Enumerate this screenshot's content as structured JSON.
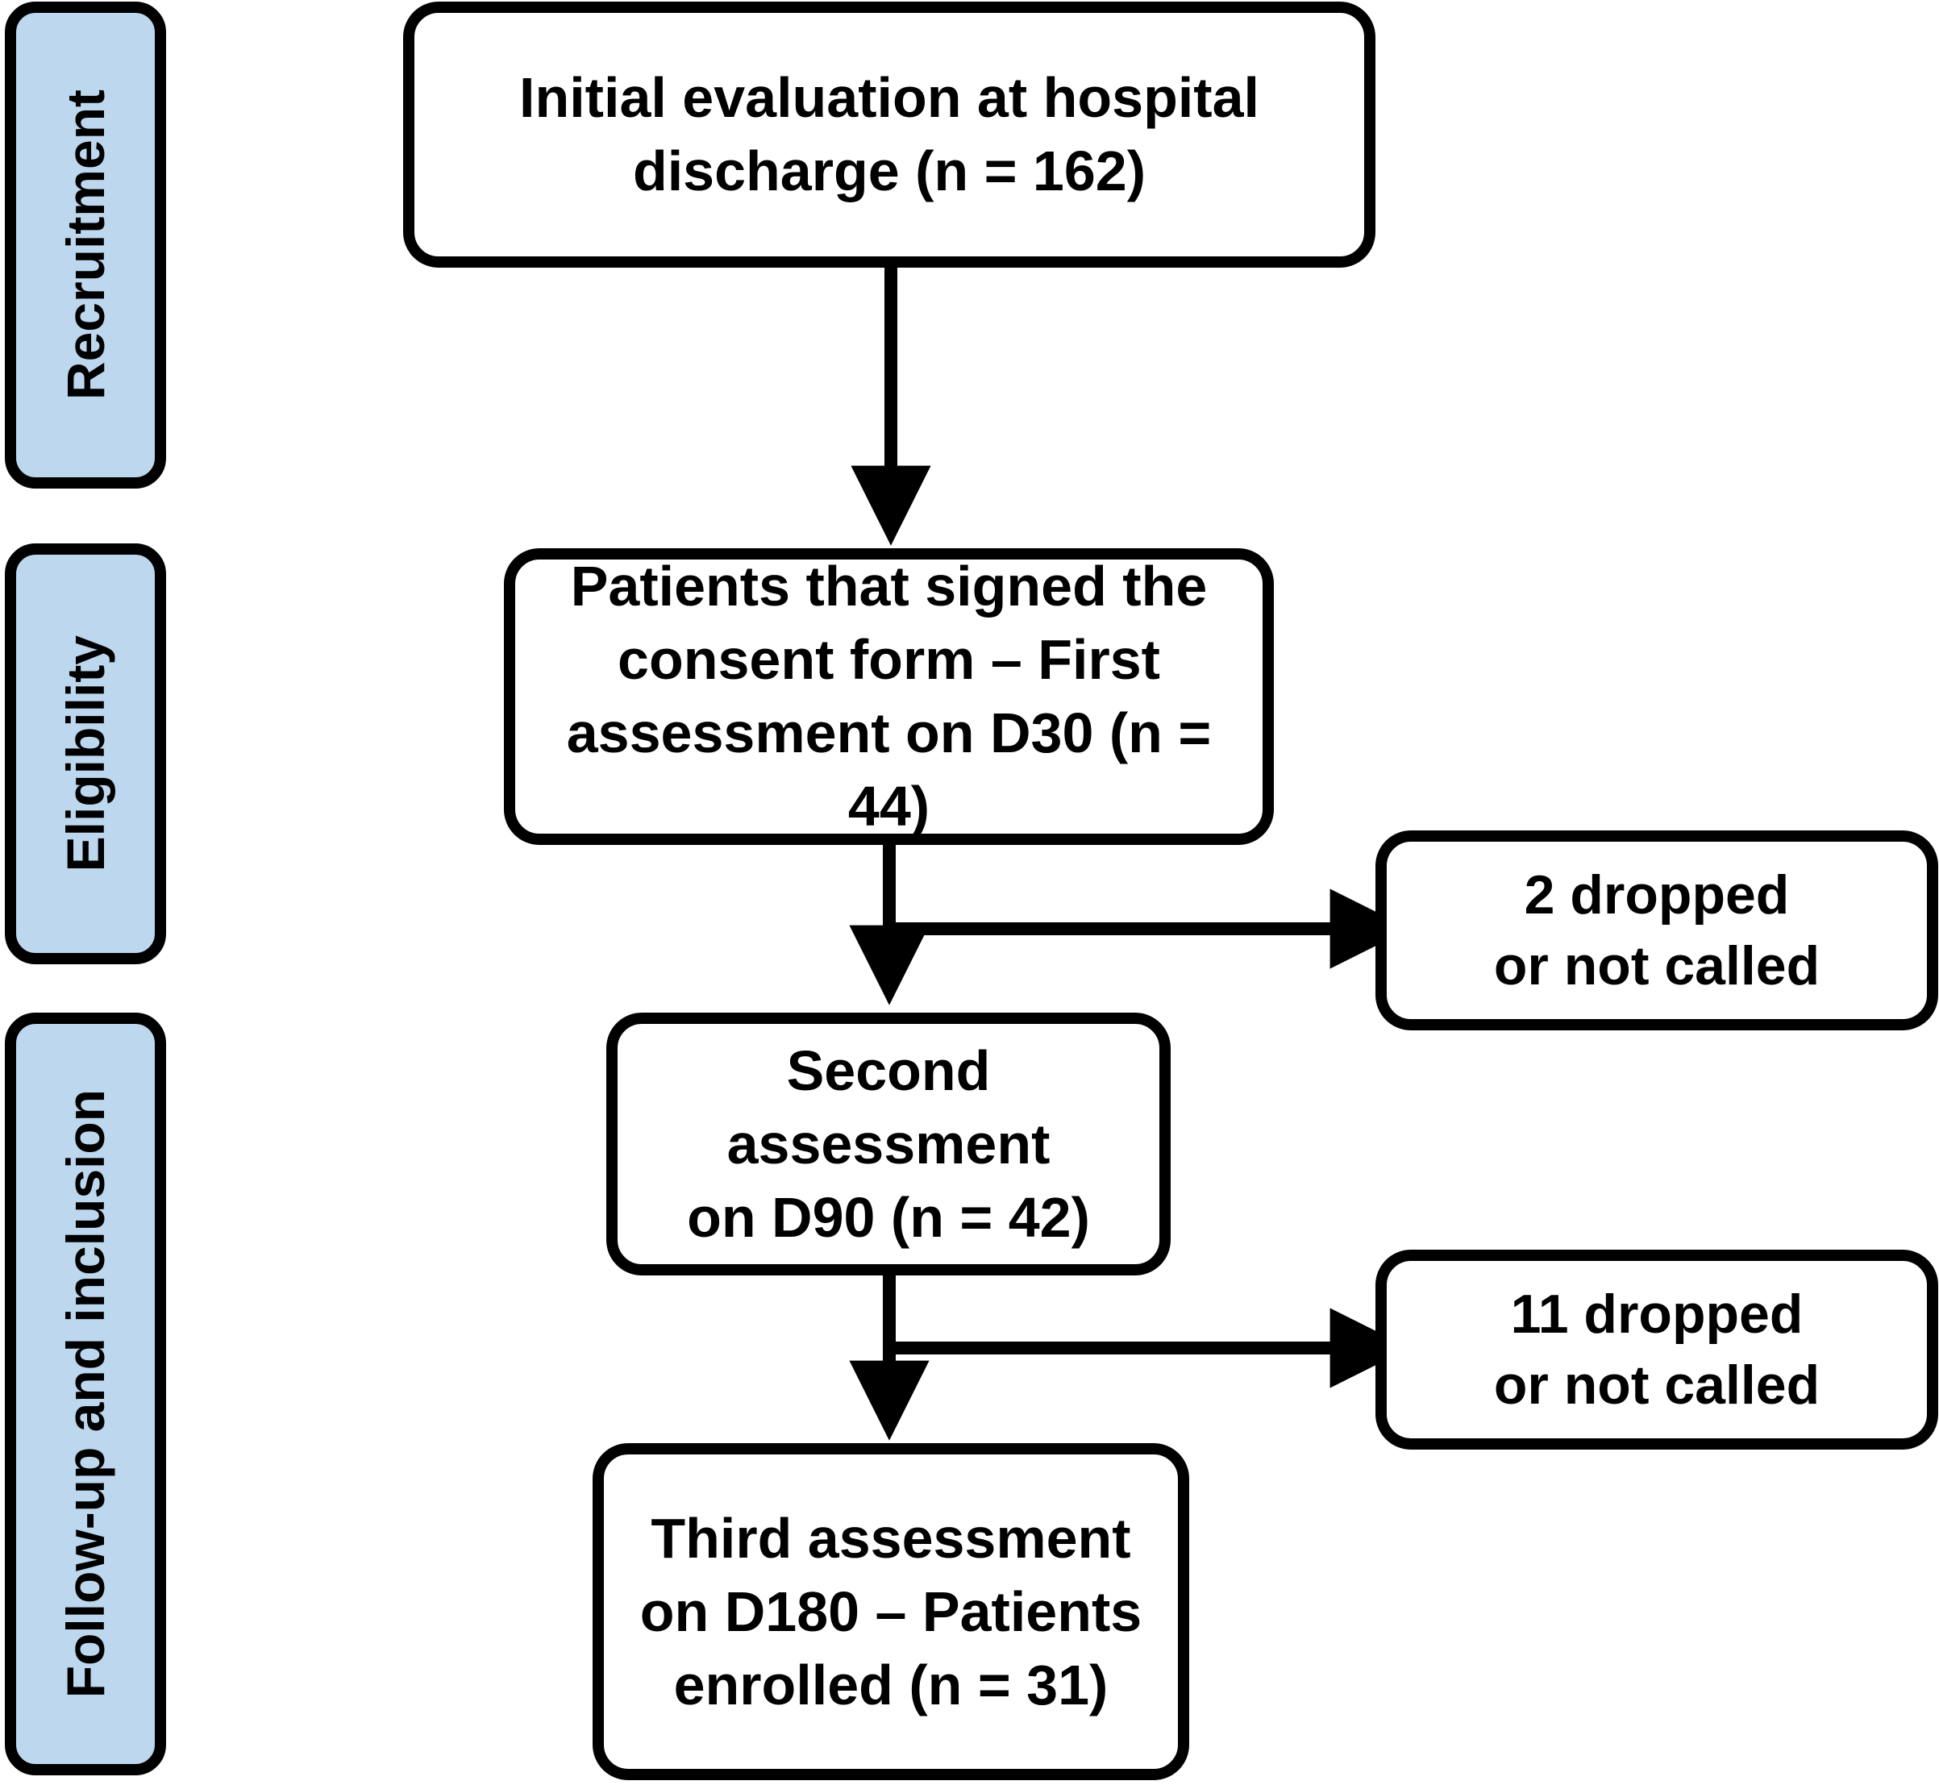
{
  "figure": {
    "type": "study-flow-diagram",
    "colors": {
      "stage_fill": "#bdd7ee",
      "stroke": "#000000",
      "node_fill": "#ffffff"
    }
  },
  "stages": [
    {
      "id": "recruitment",
      "label": "Recruitment"
    },
    {
      "id": "eligibility",
      "label": "Eligibility"
    },
    {
      "id": "follow-up",
      "label": "Follow-up and inclusion"
    }
  ],
  "nodes": [
    {
      "id": "initial-evaluation",
      "lines": [
        "Initial evaluation at hospital",
        "discharge (n = 162)"
      ],
      "n": 162
    },
    {
      "id": "consent-d30",
      "lines": [
        "Patients that signed the",
        "consent form – First",
        "assessment on D30 (n = 44)"
      ],
      "n": 44
    },
    {
      "id": "second-assessment-d90",
      "lines": [
        "Second assessment",
        "on D90 (n = 42)"
      ],
      "n": 42
    },
    {
      "id": "third-assessment-d180",
      "lines": [
        "Third assessment",
        "on D180 – Patients",
        "enrolled (n = 31)"
      ],
      "n": 31
    },
    {
      "id": "dropped-2",
      "lines": [
        "2 dropped",
        "or not called"
      ],
      "n": 2
    },
    {
      "id": "dropped-11",
      "lines": [
        "11 dropped",
        "or not called"
      ],
      "n": 11
    }
  ],
  "edges": [
    {
      "id": "edge-initial-to-consent",
      "from": "initial-evaluation",
      "to": "consent-d30",
      "direction": "down"
    },
    {
      "id": "edge-consent-to-second",
      "from": "consent-d30",
      "to": "second-assessment-d90",
      "direction": "down"
    },
    {
      "id": "edge-consent-to-dropped2",
      "from": "consent-d30",
      "to": "dropped-2",
      "direction": "right"
    },
    {
      "id": "edge-second-to-third",
      "from": "second-assessment-d90",
      "to": "third-assessment-d180",
      "direction": "down"
    },
    {
      "id": "edge-second-to-dropped11",
      "from": "second-assessment-d90",
      "to": "dropped-11",
      "direction": "right"
    }
  ]
}
